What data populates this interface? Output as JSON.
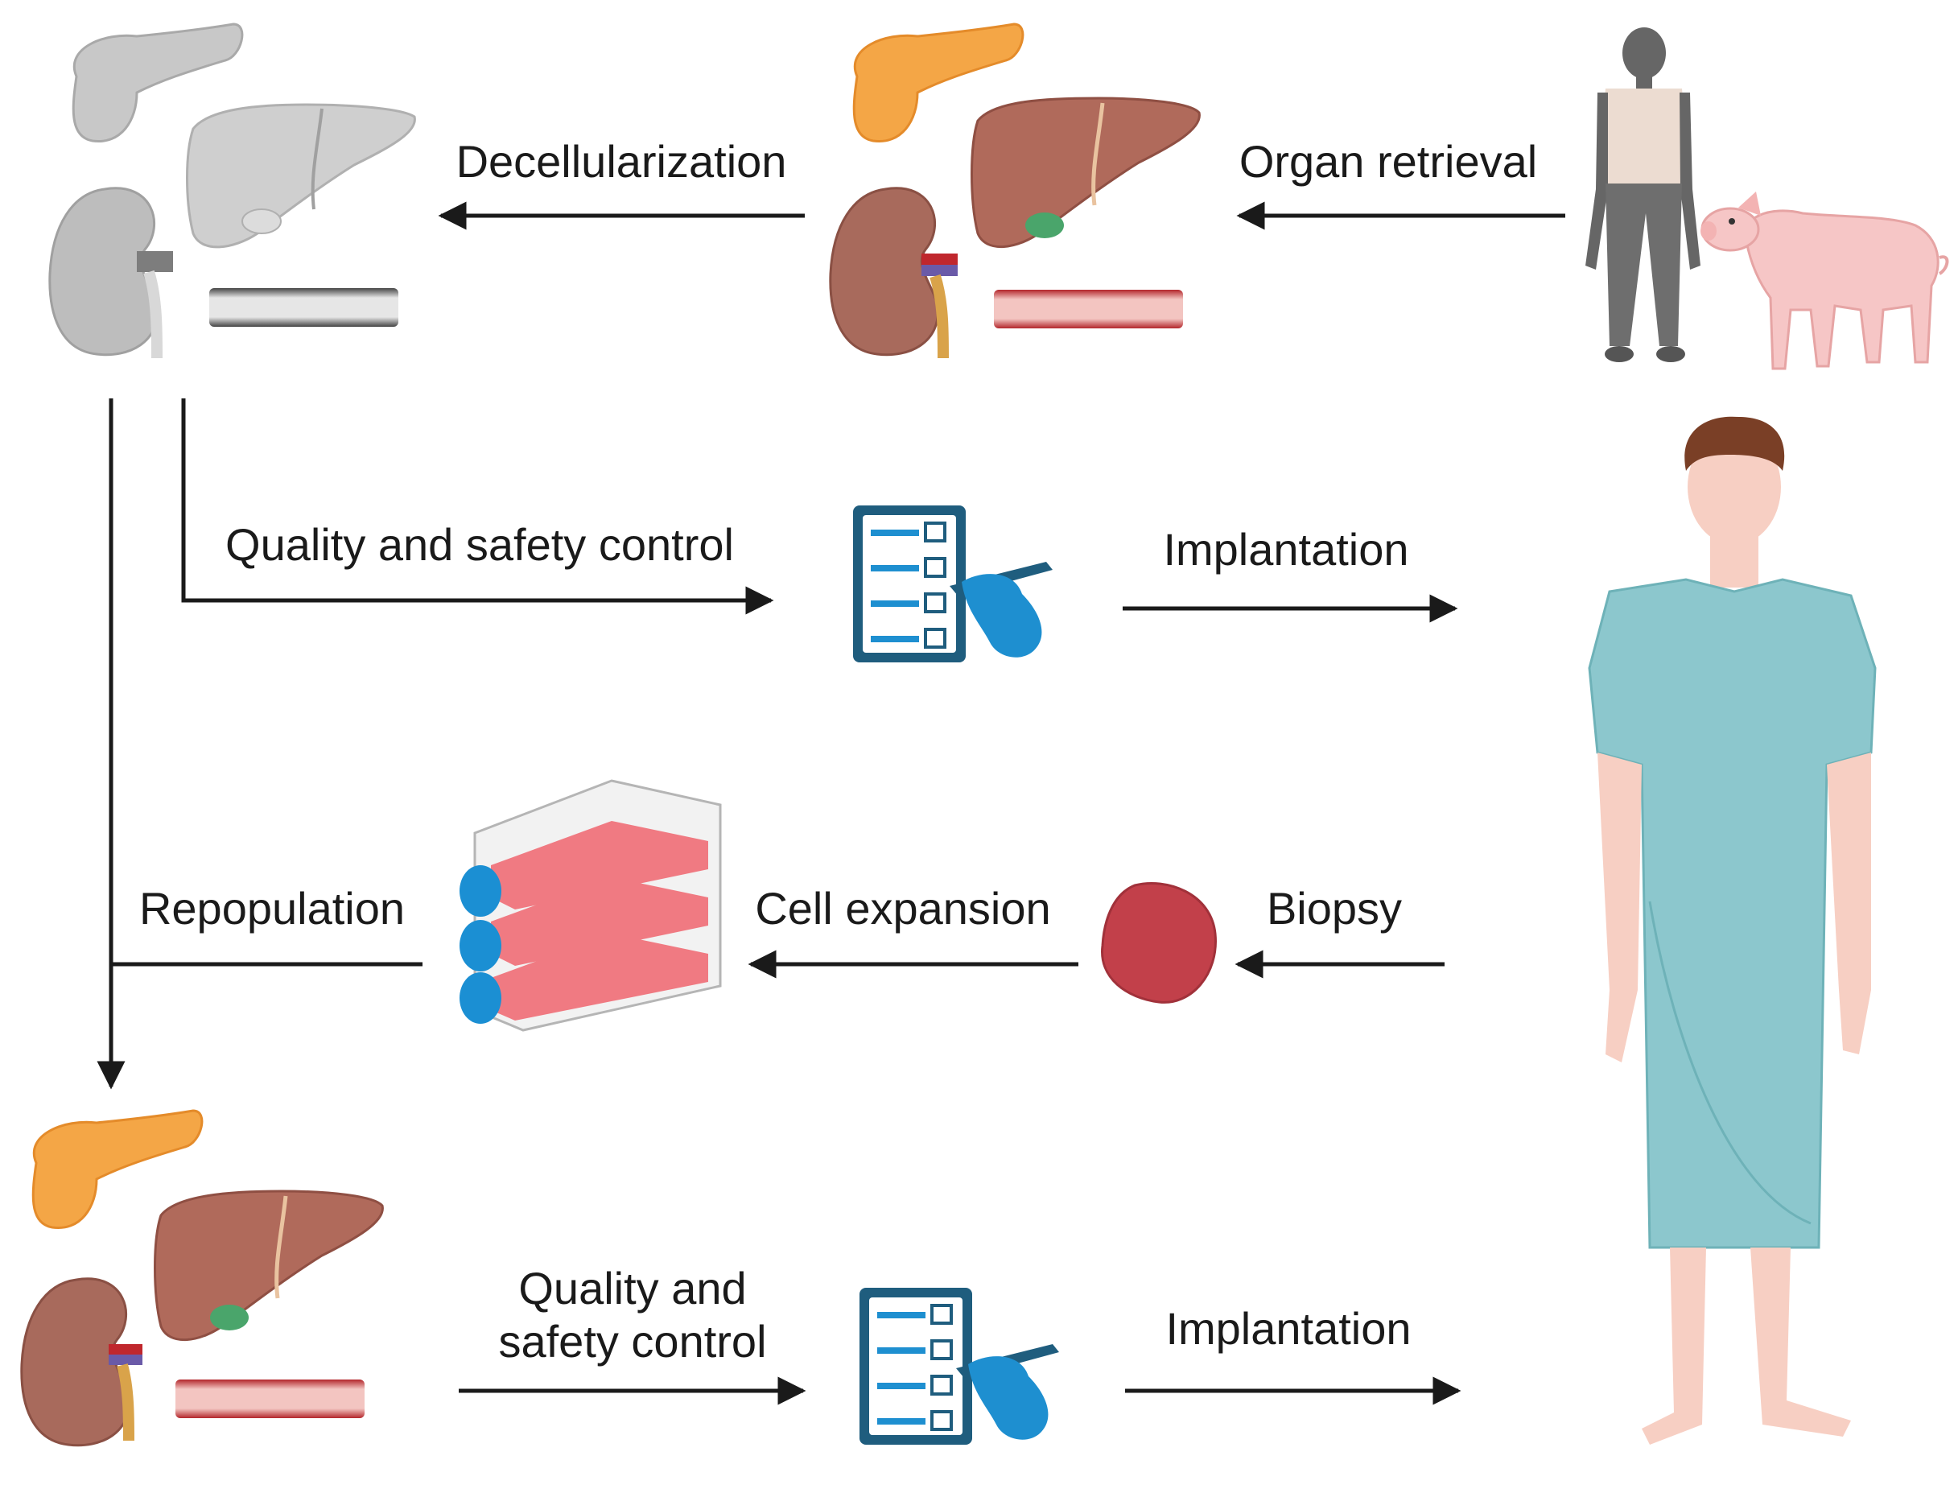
{
  "labels": {
    "decellularization": "Decellularization",
    "organ_retrieval": "Organ retrieval",
    "quality_safety_top": "Quality and safety control",
    "implantation_top": "Implantation",
    "repopulation": "Repopulation",
    "cell_expansion": "Cell expansion",
    "biopsy": "Biopsy",
    "quality_safety_bottom_line1": "Quality and",
    "quality_safety_bottom_line2": "safety control",
    "implantation_bottom": "Implantation"
  },
  "colors": {
    "arrow": "#1a1a1a",
    "decell_gray": "#bdbdbd",
    "pancreas_orange": "#f4a646",
    "liver_brown": "#b06a5b",
    "kidney_brown": "#a86a5c",
    "vessel_red": "#b3262b",
    "checklist_navy": "#1f5d7e",
    "hand_blue": "#1e8fd0",
    "flask_pink": "#f07a82",
    "cap_blue": "#1b8fd3",
    "biopsy_red": "#c2404a",
    "gown_teal": "#8cc7cd",
    "skin": "#f7cfc3",
    "pig_pink": "#f6c6c6",
    "donor_gray": "#7a7a7a",
    "shirt_beige": "#ecdcd1"
  },
  "icons": [
    "pancreas-icon",
    "liver-icon",
    "kidney-icon",
    "blood-vessel-icon",
    "donor-human-icon",
    "pig-icon",
    "checklist-icon",
    "cell-culture-flask-icon",
    "biopsy-tissue-icon",
    "patient-icon"
  ]
}
